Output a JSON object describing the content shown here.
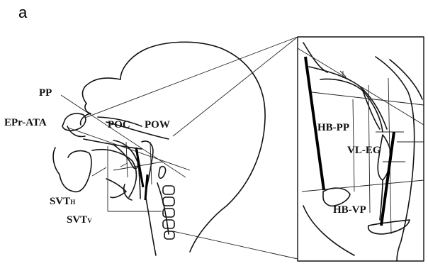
{
  "panel_letter": "a",
  "labels": {
    "pp": "PP",
    "epr_ata": "EPr-ATA",
    "poc": "POC",
    "pow": "POW",
    "svt_h_main": "SVT",
    "svt_h_sub": "H",
    "svt_v_main": "SVT",
    "svt_v_sub": "V",
    "hb_pp": "HB-PP",
    "vl_eg": "VL-EG",
    "hb_vp": "HB-VP"
  }
}
